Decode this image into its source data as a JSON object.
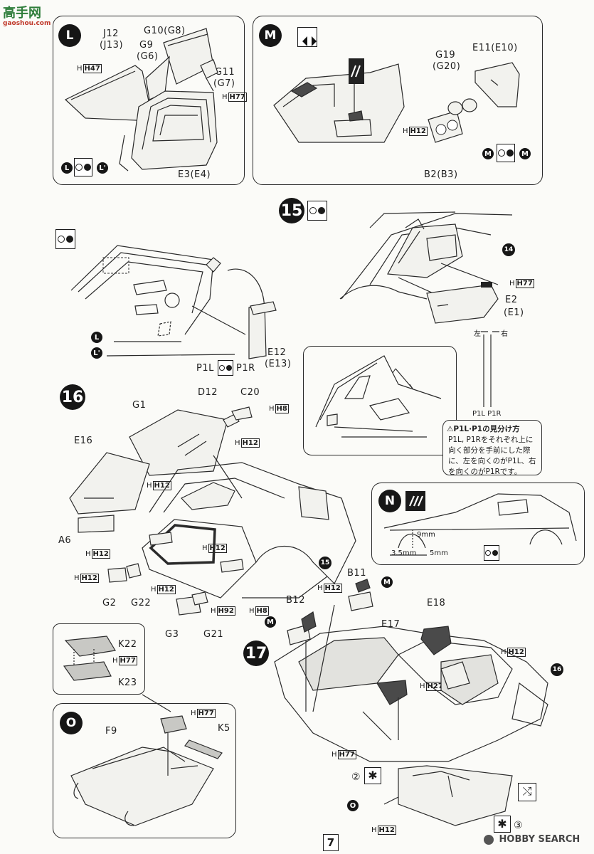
{
  "watermark": {
    "logo_text": "高手网",
    "url": "gaoshou.com",
    "search_text": "HOBBY SEARCH"
  },
  "page_number": "7",
  "panel_L": {
    "step": "L",
    "parts": [
      "J12",
      "(J13)",
      "G10(G8)",
      "G9",
      "(G6)",
      "G11",
      "(G7)",
      "E3(E4)"
    ],
    "paint_codes": [
      "H47",
      "H77"
    ],
    "legend_left": "L",
    "legend_right": "L'"
  },
  "panel_M": {
    "step": "M",
    "parts": [
      "G19",
      "(G20)",
      "E11(E10)",
      "B2(B3)"
    ],
    "paint_codes": [
      "H12"
    ],
    "legend": "M"
  },
  "step15": {
    "step": "15",
    "parts": [
      "E2",
      "(E1)",
      "E12",
      "(E13)",
      "P1L",
      "P1R"
    ],
    "paint_codes": [
      "H77"
    ],
    "ref_step": "14",
    "sub_refs": [
      "L",
      "L'"
    ],
    "rod_labels": {
      "left": "左",
      "right": "右",
      "bottom": "P1L P1R"
    },
    "note_title": "P1L·P1の見分け方",
    "note_body": "P1L, P1Rをそれぞれ上に向く部分を手前にした際に、左を向くのがP1L、右を向くのがP1Rです。"
  },
  "step16": {
    "step": "16",
    "parts": [
      "G1",
      "D12",
      "C20",
      "E16",
      "A6",
      "G2",
      "G22",
      "G3",
      "G21"
    ],
    "paint_codes": [
      "H8",
      "H12",
      "H92"
    ],
    "ref_step": "15"
  },
  "panel_N": {
    "step": "N",
    "dims": [
      "9mm",
      "3.5mm",
      "5mm"
    ]
  },
  "step17": {
    "step": "17",
    "parts": [
      "B11",
      "B12",
      "E17",
      "E18"
    ],
    "paint_codes": [
      "H12",
      "H27",
      "H77"
    ],
    "ref_step": "16",
    "ref_M": "M",
    "ref_O": "O",
    "markers": [
      "②",
      "③"
    ]
  },
  "panel_K": {
    "parts": [
      "K22",
      "K23"
    ],
    "paint_codes": [
      "H77"
    ]
  },
  "panel_O": {
    "step": "O",
    "parts": [
      "F9",
      "K5"
    ],
    "paint_codes": [
      "H77"
    ]
  }
}
